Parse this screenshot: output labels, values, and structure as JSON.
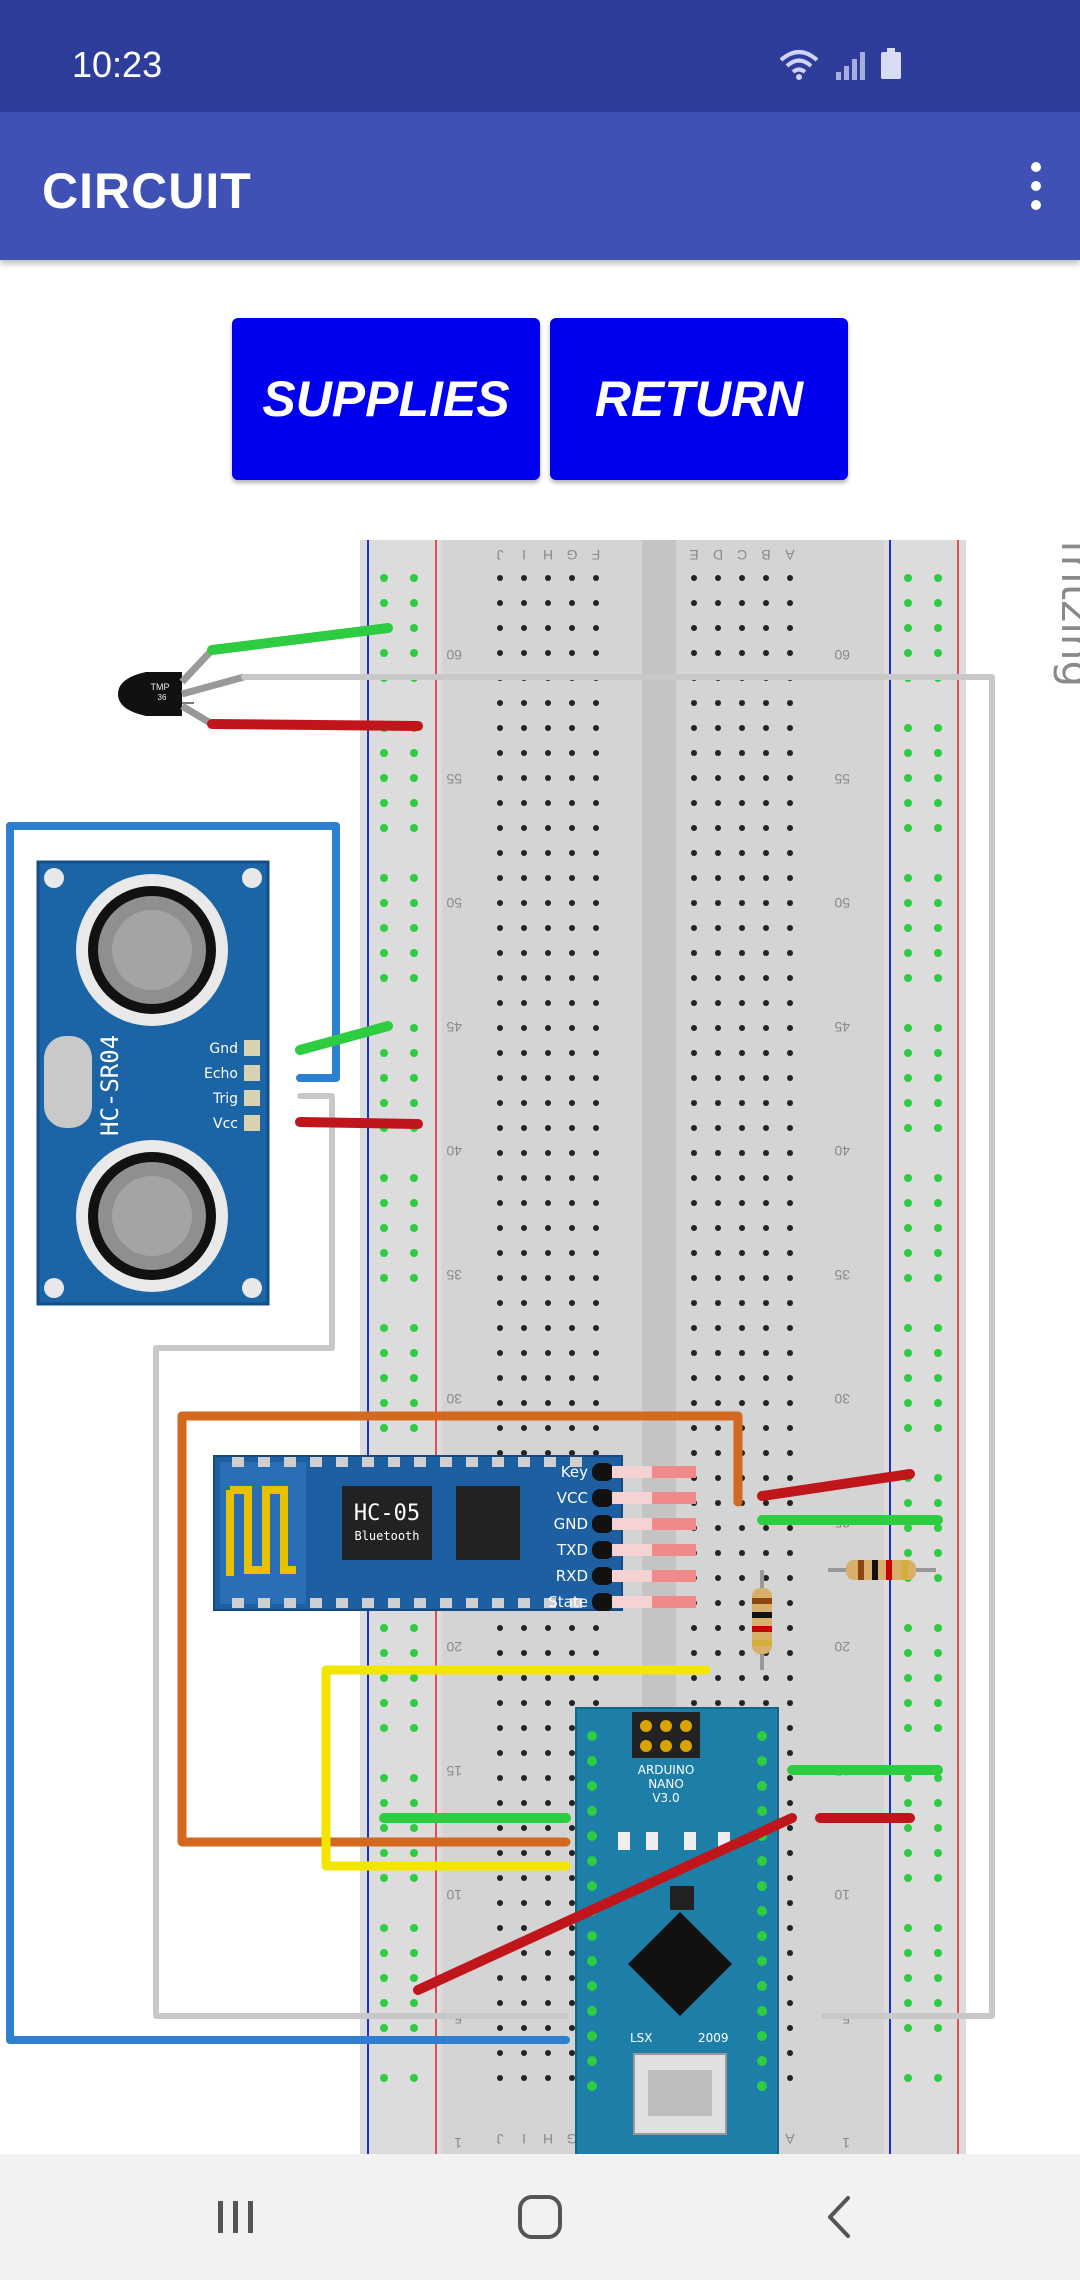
{
  "status_bar": {
    "time": "10:23"
  },
  "app_bar": {
    "title": "CIRCUIT"
  },
  "buttons": {
    "supplies": "SUPPLIES",
    "return": "RETURN"
  },
  "diagram": {
    "watermark": "fritzing",
    "sensor_label": "HC-SR04",
    "sensor_pins": [
      "Gnd",
      "Echo",
      "Trig",
      "Vcc"
    ],
    "bt_label": "HC-05",
    "bt_sub": "Bluetooth",
    "bt_pins": [
      "Key",
      "VCC",
      "GND",
      "TXD",
      "RXD",
      "State"
    ],
    "nano_title": "ARDUINO",
    "nano_sub": "NANO",
    "nano_ver": "V3.0",
    "nano_footer": "LSX",
    "nano_year": "2009",
    "row_numbers": [
      "60",
      "55",
      "50",
      "45",
      "40",
      "35",
      "30",
      "25",
      "20",
      "15",
      "10",
      "5",
      "1"
    ],
    "column_letters": [
      "J",
      "I",
      "H",
      "G",
      "F",
      "E",
      "D",
      "C",
      "B",
      "A"
    ]
  },
  "colors": {
    "status_bar": "#2f3d9a",
    "app_bar": "#3f51b5",
    "button": "#0000ee"
  },
  "icons": [
    "wifi-icon",
    "signal-icon",
    "battery-icon",
    "overflow-menu-icon",
    "recents-icon",
    "home-icon",
    "back-icon"
  ]
}
